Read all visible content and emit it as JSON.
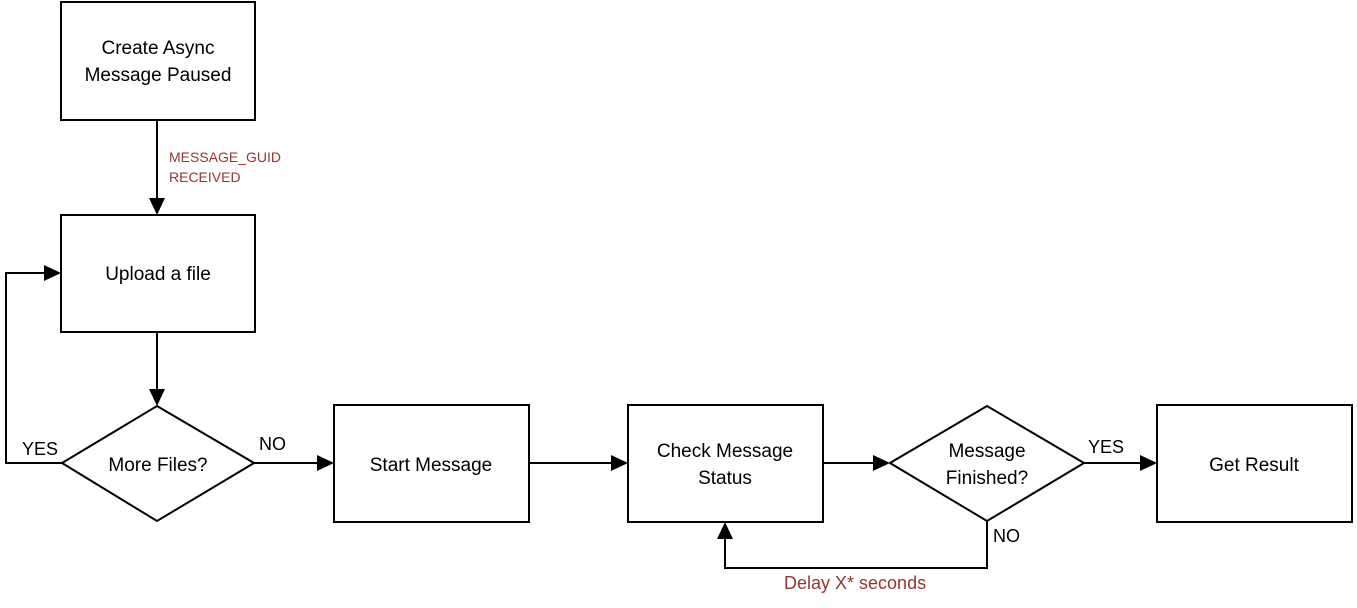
{
  "colors": {
    "stroke": "#000000",
    "fill": "#ffffff",
    "annotation": "#943634"
  },
  "nodes": {
    "create_async": {
      "lines": [
        "Create Async",
        "Message Paused"
      ]
    },
    "upload_file": {
      "lines": [
        "Upload a file"
      ]
    },
    "more_files": {
      "lines": [
        "More Files?"
      ]
    },
    "start_message": {
      "lines": [
        "Start Message"
      ]
    },
    "check_status": {
      "lines": [
        "Check Message",
        "Status"
      ]
    },
    "message_finished": {
      "lines": [
        "Message",
        "Finished?"
      ]
    },
    "get_result": {
      "lines": [
        "Get Result"
      ]
    }
  },
  "edge_labels": {
    "more_files_yes": "YES",
    "more_files_no": "NO",
    "finished_yes": "YES",
    "finished_no": "NO"
  },
  "annotations": {
    "guid_received": [
      "MESSAGE_GUID",
      "RECEIVED"
    ],
    "delay": "Delay X* seconds"
  }
}
